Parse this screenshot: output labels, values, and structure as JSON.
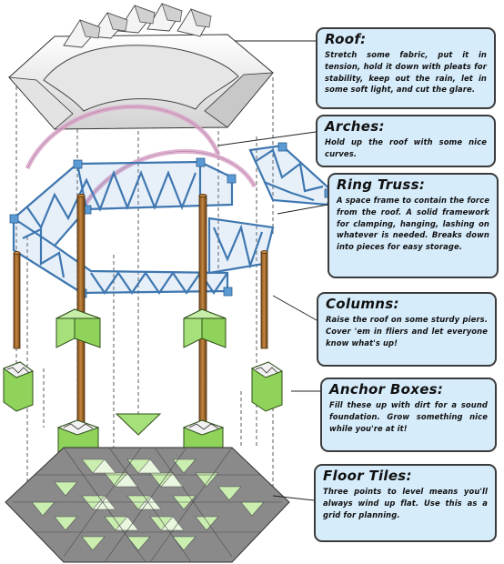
{
  "callouts": {
    "roof": {
      "title": "Roof:",
      "body": "Stretch some fabric, put it in tension, hold it down with pleats for stability, keep out the rain, let in some soft light, and cut the glare."
    },
    "arches": {
      "title": "Arches:",
      "body": "Hold up the roof with some nice curves."
    },
    "ring_truss": {
      "title": "Ring Truss:",
      "body": "A space frame to contain the force from the roof. A solid framework for clamping, hanging, lashing on whatever is needed. Breaks down into pieces for easy storage."
    },
    "columns": {
      "title": "Columns:",
      "body": "Raise the roof on some sturdy piers. Cover 'em in fliers and let everyone know what's up!"
    },
    "anchor_boxes": {
      "title": "Anchor Boxes:",
      "body": "Fill these up with dirt for a sound foundation. Grow something nice while you're at it!"
    },
    "floor_tiles": {
      "title": "Floor Tiles:",
      "body": "Three points to level means you'll always wind up flat. Use this as a grid for planning."
    }
  },
  "colors": {
    "callout_fill": "#d6ecfb",
    "truss_blue": "#5b9bd5",
    "arch_pink": "#d9a6c9",
    "anchor_green": "#8fd35a",
    "tile_green": "#c9eeb0",
    "tile_gray": "#8a8a8a",
    "column_brown": "#a0662a"
  },
  "icons": [
    "roof-fabric",
    "arch",
    "ring-truss",
    "column",
    "anchor-box",
    "floor-tile-grid"
  ]
}
